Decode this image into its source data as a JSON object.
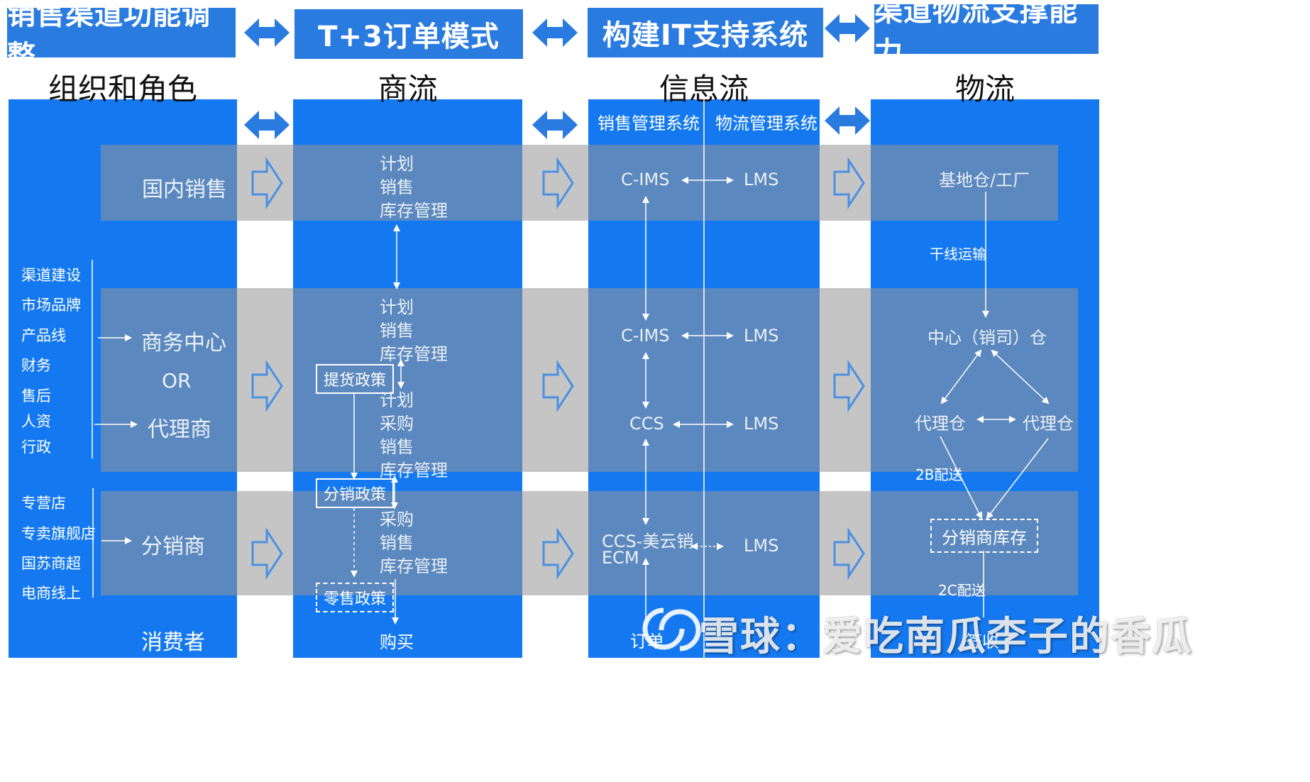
{
  "headers": [
    "销售渠道功能调整",
    "T+3订单模式",
    "构建IT支持系统",
    "渠道物流支撑能力"
  ],
  "subheaders": [
    "组织和角色",
    "商流",
    "信息流",
    "物流"
  ],
  "system_labels": {
    "sales": "销售管理系统",
    "logistics": "物流管理系统"
  },
  "org": {
    "domestic": "国内销售",
    "business_center": "商务中心",
    "or": "OR",
    "agent": "代理商",
    "distributor": "分销商",
    "consumer": "消费者",
    "functions": [
      "渠道建设",
      "市场品牌",
      "产品线",
      "财务",
      "售后",
      "人资",
      "行政"
    ],
    "stores": [
      "专营店",
      "专卖旗舰店",
      "国苏商超",
      "电商线上"
    ]
  },
  "commerce": {
    "row1": [
      "计划",
      "销售",
      "库存管理"
    ],
    "row2a": [
      "计划",
      "销售",
      "库存管理"
    ],
    "row2b": [
      "计划",
      "采购",
      "销售",
      "库存管理"
    ],
    "row3": [
      "采购",
      "销售",
      "库存管理"
    ],
    "pickup_policy": "提货政策",
    "dist_policy": "分销政策",
    "retail_policy": "零售政策",
    "buy": "购买"
  },
  "info": {
    "cims1": "C-IMS",
    "lms1": "LMS",
    "cims2": "C-IMS",
    "lms2": "LMS",
    "ccs": "CCS",
    "lms3": "LMS",
    "ccs_meiyun": "CCS-美云销",
    "ecm": "ECM",
    "lms4": "LMS",
    "order": "订单"
  },
  "logistics": {
    "base": "基地仓/工厂",
    "trunk": "干线运输",
    "center": "中心（销司）仓",
    "agent_wh_left": "代理仓",
    "agent_wh_right": "代理仓",
    "b2b": "2B配送",
    "dist_stock": "分销商库存",
    "c2c": "2C配送",
    "sign": "签收"
  },
  "watermark": "雪球：爱吃南瓜李子的香瓜"
}
